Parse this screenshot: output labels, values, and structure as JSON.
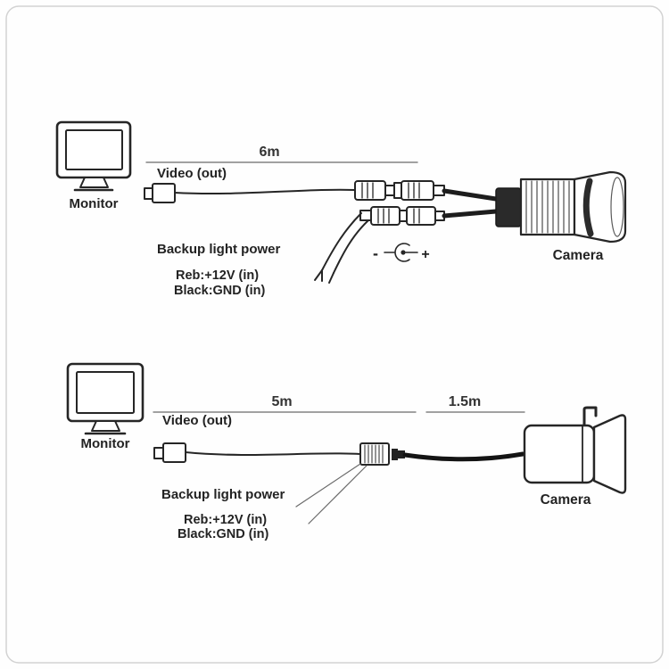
{
  "page": {
    "background": "#ffffff",
    "line_color": "#262626",
    "text_color": "#232323"
  },
  "top": {
    "monitor_label": "Monitor",
    "video_out_label": "Video (out)",
    "cable_length": "6m",
    "backup_power_label": "Backup light power",
    "power_red_label": "Reb:+12V (in)",
    "power_black_label": "Black:GND (in)",
    "polarity_minus": "-",
    "polarity_plus": "+",
    "camera_label": "Camera"
  },
  "bottom": {
    "monitor_label": "Monitor",
    "video_out_label": "Video (out)",
    "cable_length_main": "5m",
    "cable_length_tail": "1.5m",
    "backup_power_label": "Backup light power",
    "power_red_label": "Reb:+12V (in)",
    "power_black_label": "Black:GND (in)",
    "camera_label": "Camera"
  }
}
